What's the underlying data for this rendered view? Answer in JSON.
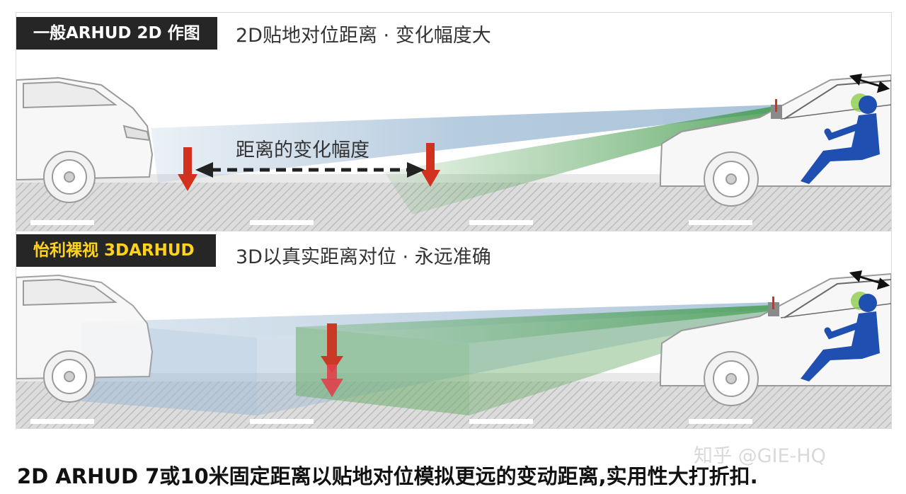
{
  "panels": [
    {
      "tag": "一般ARHUD 2D 作图",
      "headline": "2D贴地对位距离 · 变化幅度大",
      "mid_label": "距离的变化幅度"
    },
    {
      "tag": "怡利裸视 3DARHUD",
      "headline": "3D以真实距离对位 · 永远准确"
    }
  ],
  "caption": "2D ARHUD 7或10米固定距离以贴地对位模拟更远的变动距离,实用性大打折扣.",
  "watermark": "知乎 @GIE-HQ",
  "colors": {
    "tag_bg": "#262626",
    "tag_text_2d": "#ffffff",
    "tag_text_3d": "#ffd21e",
    "arrow_red": "#d2311f",
    "beam_blue": "#9dbad4",
    "beam_green": "#6cae6c",
    "driver_blue": "#1f4fb0",
    "driver_green": "#8ccc4a",
    "road_gray": "#d9d9d9"
  },
  "icons": [
    "down-arrow-icon",
    "double-arrow-icon",
    "car-front-icon",
    "car-rear-icon",
    "driver-icon"
  ]
}
